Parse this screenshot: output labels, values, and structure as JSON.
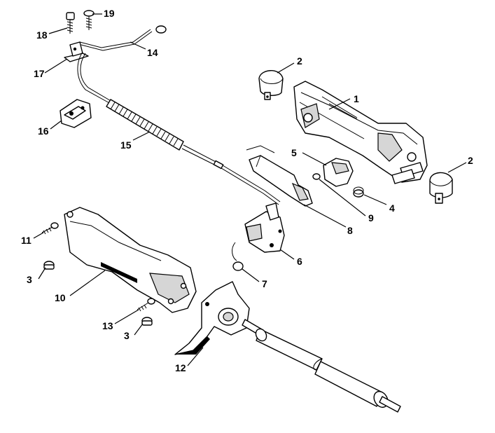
{
  "diagram": {
    "callouts": [
      {
        "id": "c1",
        "label": "1"
      },
      {
        "id": "c2a",
        "label": "2"
      },
      {
        "id": "c2b",
        "label": "2"
      },
      {
        "id": "c3a",
        "label": "3"
      },
      {
        "id": "c3b",
        "label": "3"
      },
      {
        "id": "c4",
        "label": "4"
      },
      {
        "id": "c5",
        "label": "5"
      },
      {
        "id": "c6",
        "label": "6"
      },
      {
        "id": "c7",
        "label": "7"
      },
      {
        "id": "c8",
        "label": "8"
      },
      {
        "id": "c9",
        "label": "9"
      },
      {
        "id": "c10",
        "label": "10"
      },
      {
        "id": "c11",
        "label": "11"
      },
      {
        "id": "c12",
        "label": "12"
      },
      {
        "id": "c13",
        "label": "13"
      },
      {
        "id": "c14",
        "label": "14"
      },
      {
        "id": "c15",
        "label": "15"
      },
      {
        "id": "c16",
        "label": "16"
      },
      {
        "id": "c17",
        "label": "17"
      },
      {
        "id": "c18",
        "label": "18"
      },
      {
        "id": "c19",
        "label": "19"
      }
    ]
  }
}
